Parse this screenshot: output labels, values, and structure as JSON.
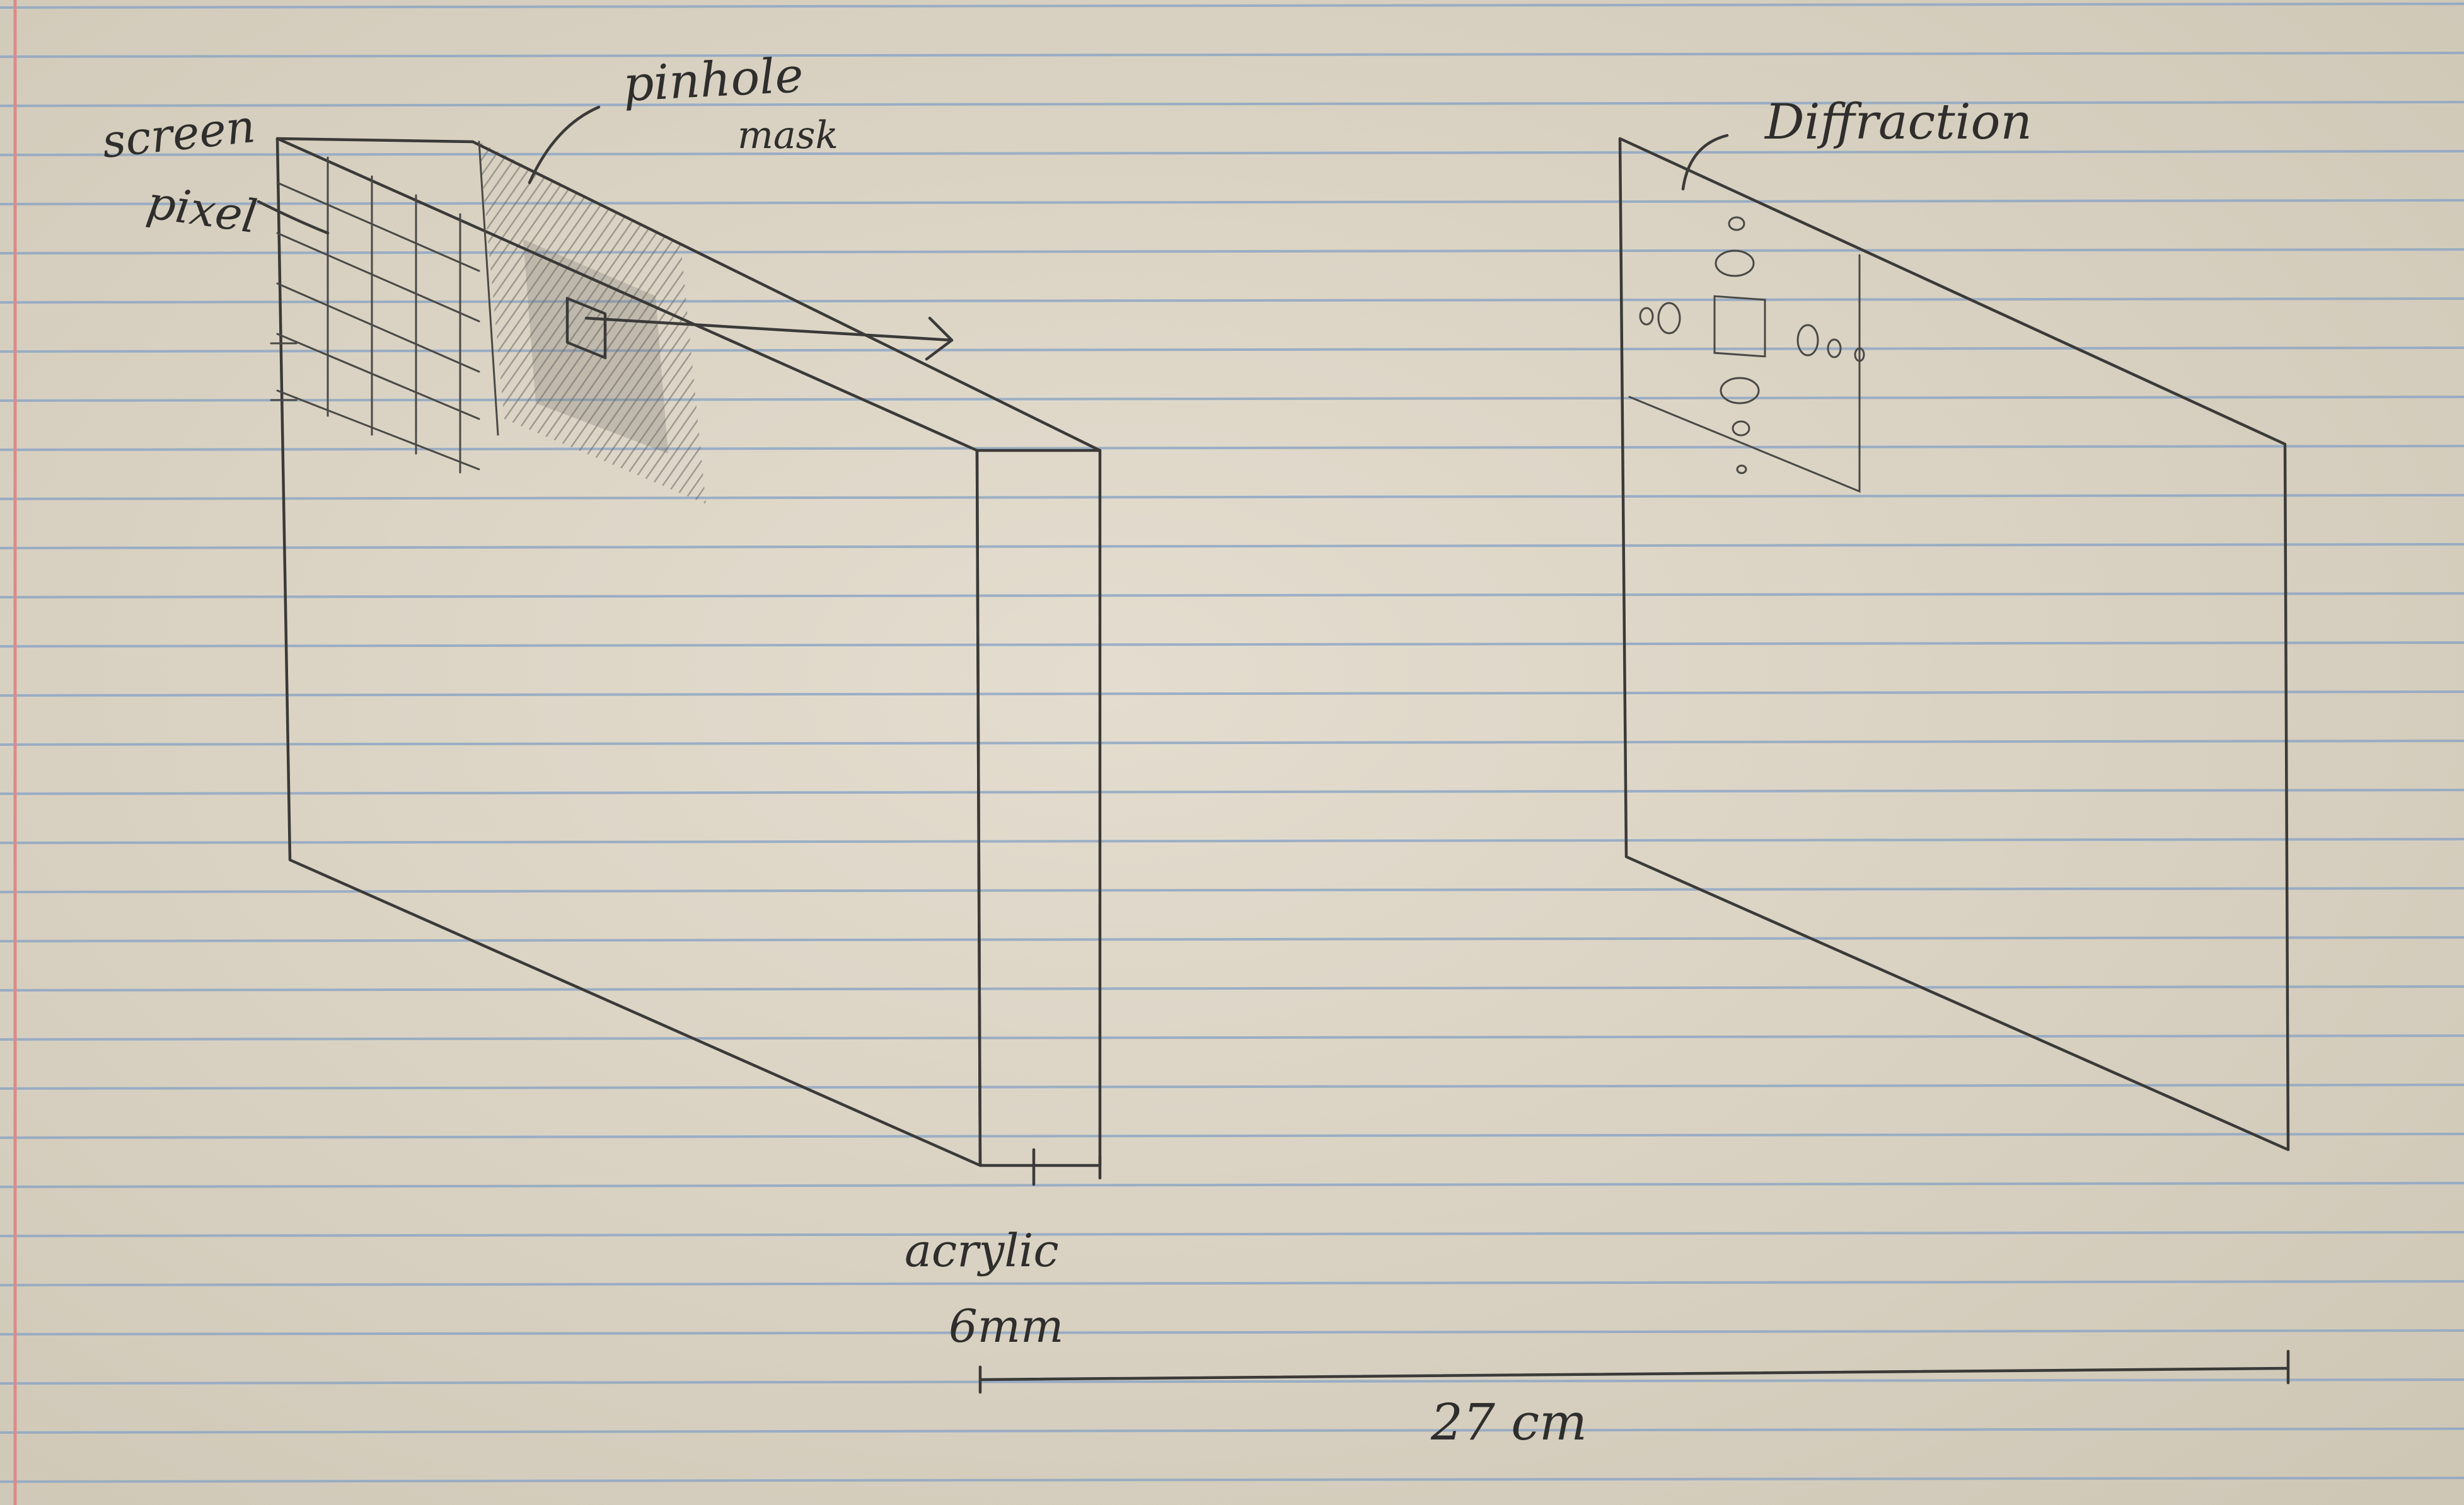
{
  "labels": {
    "screen": "screen",
    "pixel": "pixel",
    "pinhole": "pinhole",
    "mask": "mask",
    "diffraction": "Diffraction",
    "acrylic": "acrylic",
    "thickness": "6mm",
    "distance": "27 cm"
  },
  "colors": {
    "paper": "#d9d2c3",
    "rule_line": "#8fa7c4",
    "margin_line": "#d98b8b",
    "pencil": "#3b3a38"
  }
}
